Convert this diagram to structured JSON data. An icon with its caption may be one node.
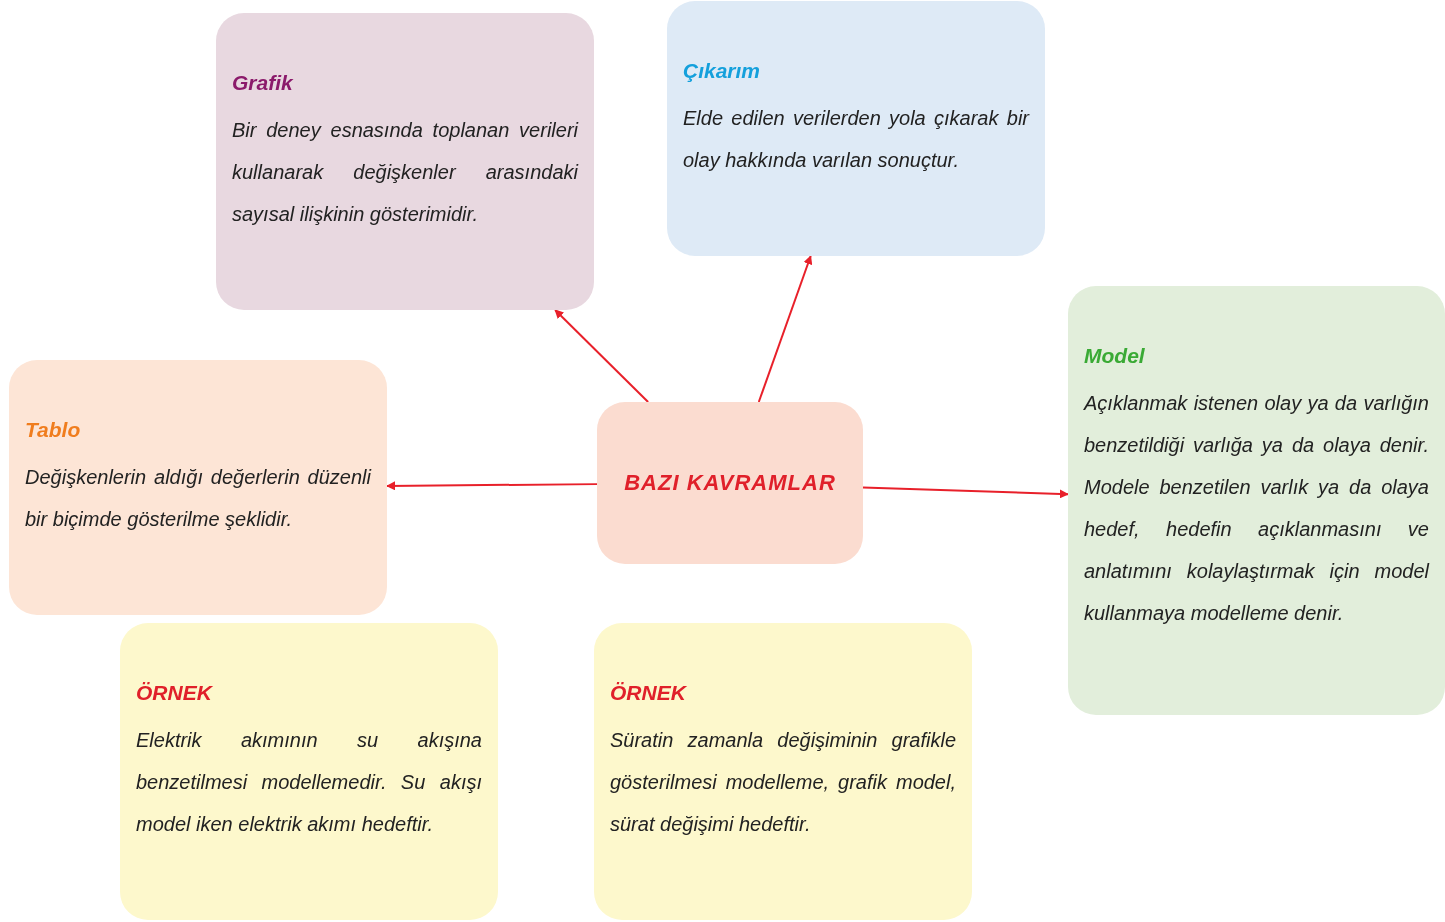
{
  "diagram": {
    "nodes": [
      {
        "text": [
          "Grafik",
          "Bir deney esnasında toplanan verileri kullanarak değişkenler arasındaki sayısal ilişkinin gösterimidir."
        ]
      },
      {
        "text": [
          "Çıkarım",
          "Elde edilen verilerden yola çıkarak bir olay hakkında varılan sonuçtur."
        ]
      },
      {
        "text": [
          "Tablo",
          "Değişkenlerin aldığı değerlerin düzenli bir biçimde gösterilme şeklidir."
        ]
      },
      {
        "text": [
          "BAZI KAVRAMLAR"
        ]
      },
      {
        "text": [
          "Model",
          "Açıklanmak istenen olay ya da varlığın benzetildiği varlığa ya da olaya denir. Modele benzetilen varlık ya da olaya hedef, hedefin açıklanmasını ve anlatımını kolaylaştırmak için model kullanmaya modelleme denir."
        ]
      },
      {
        "text": [
          "ÖRNEK",
          "Elektrik akımının su akışına benzetilmesi modellemedir. Su akışı model iken elektrik akımı hedeftir."
        ]
      },
      {
        "text": [
          "ÖRNEK",
          "Süratin zamanla değişiminin grafikle gösterilmesi modelleme, grafik model, sürat değişimi hedeftir."
        ]
      }
    ],
    "edges": [
      {
        "from": 3,
        "to": 0,
        "arrow": "to"
      },
      {
        "from": 3,
        "to": 1,
        "arrow": "to"
      },
      {
        "from": 3,
        "to": 2,
        "arrow": "to"
      },
      {
        "from": 3,
        "to": 4,
        "arrow": "to"
      }
    ]
  }
}
